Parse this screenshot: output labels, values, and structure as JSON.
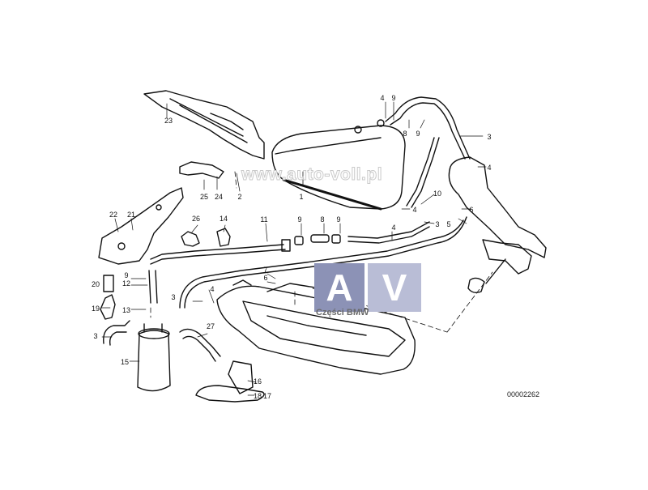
{
  "watermark": "www.auto-voll.pl",
  "logo": {
    "letter_a": "A",
    "letter_v": "V",
    "caption": "Części BMW"
  },
  "reference_number": "00002262",
  "callouts": [
    "1",
    "2",
    "3",
    "3",
    "3",
    "3",
    "4",
    "4",
    "4",
    "4",
    "4",
    "5",
    "6",
    "6",
    "7",
    "8",
    "8",
    "9",
    "9",
    "9",
    "9",
    "9",
    "10",
    "11",
    "12",
    "13",
    "14",
    "15",
    "16",
    "17",
    "18",
    "19",
    "20",
    "21",
    "22",
    "23",
    "24",
    "25",
    "26",
    "27"
  ],
  "colors": {
    "ink": "#111111",
    "logo_dark": "#8c92b6",
    "logo_light": "#b9bdd6"
  }
}
